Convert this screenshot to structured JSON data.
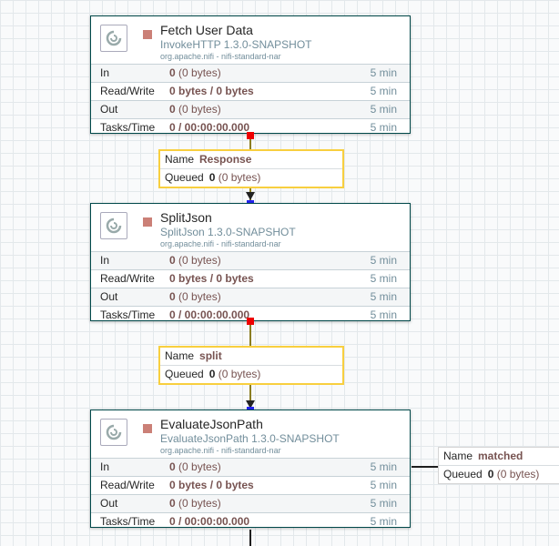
{
  "stat_labels": {
    "in": "In",
    "readwrite": "Read/Write",
    "out": "Out",
    "tasks": "Tasks/Time"
  },
  "processors": [
    {
      "name": "Fetch User Data",
      "type": "InvokeHTTP 1.3.0-SNAPSHOT",
      "bundle": "org.apache.nifi - nifi-standard-nar",
      "in_count": "0",
      "in_bytes": "(0 bytes)",
      "readwrite": "0 bytes / 0 bytes",
      "out_count": "0",
      "out_bytes": "(0 bytes)",
      "tasks": "0 / 00:00:00.000",
      "window": "5 min"
    },
    {
      "name": "SplitJson",
      "type": "SplitJson 1.3.0-SNAPSHOT",
      "bundle": "org.apache.nifi - nifi-standard-nar",
      "in_count": "0",
      "in_bytes": "(0 bytes)",
      "readwrite": "0 bytes / 0 bytes",
      "out_count": "0",
      "out_bytes": "(0 bytes)",
      "tasks": "0 / 00:00:00.000",
      "window": "5 min"
    },
    {
      "name": "EvaluateJsonPath",
      "type": "EvaluateJsonPath 1.3.0-SNAPSHOT",
      "bundle": "org.apache.nifi - nifi-standard-nar",
      "in_count": "0",
      "in_bytes": "(0 bytes)",
      "readwrite": "0 bytes / 0 bytes",
      "out_count": "0",
      "out_bytes": "(0 bytes)",
      "tasks": "0 / 00:00:00.000",
      "window": "5 min"
    }
  ],
  "connections": [
    {
      "name_label": "Name",
      "name": "Response",
      "queued_label": "Queued",
      "queued_count": "0",
      "queued_bytes": "(0 bytes)"
    },
    {
      "name_label": "Name",
      "name": "split",
      "queued_label": "Queued",
      "queued_count": "0",
      "queued_bytes": "(0 bytes)"
    },
    {
      "name_label": "Name",
      "name": "matched",
      "queued_label": "Queued",
      "queued_count": "0",
      "queued_bytes": "(0 bytes)"
    }
  ]
}
